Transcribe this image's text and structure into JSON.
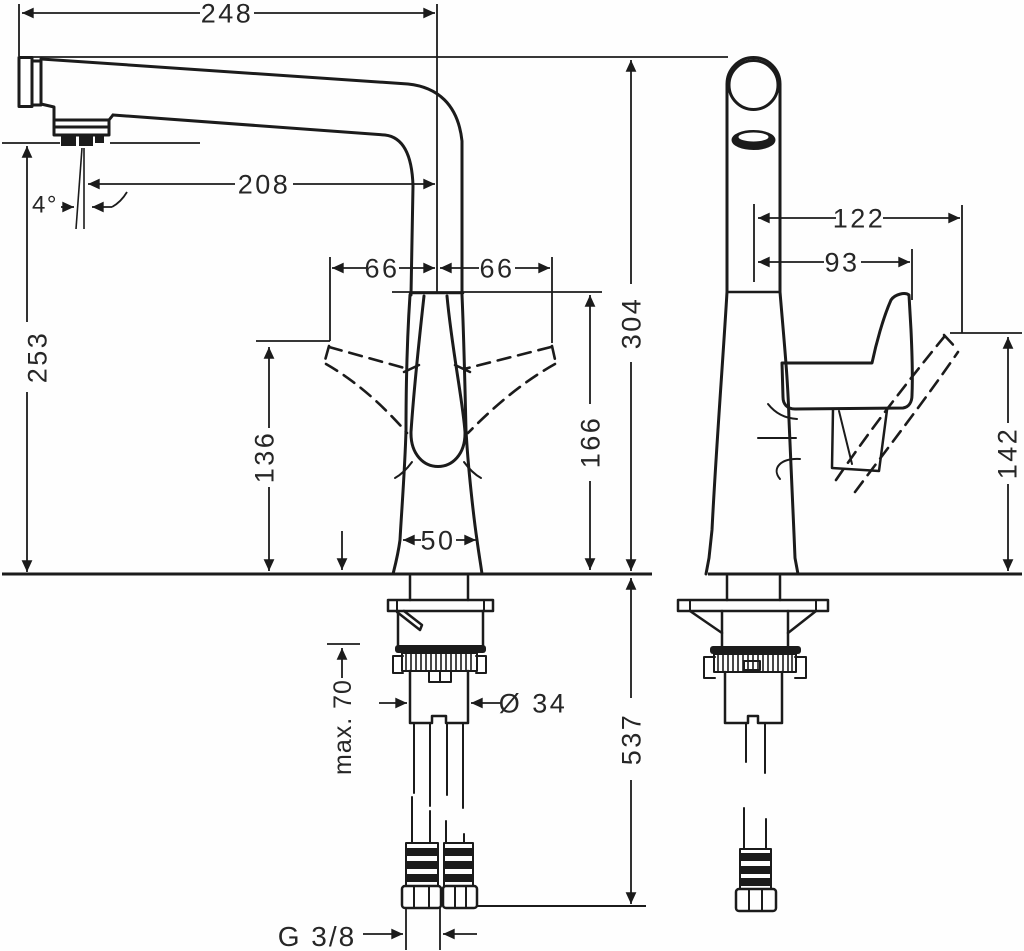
{
  "drawing": {
    "type": "faucet-installation-technical-drawing",
    "colors": {
      "background": "#fefefe",
      "ink": "#1b1b1b",
      "text": "#262626"
    },
    "dimensions": {
      "spout_reach_total": "248",
      "spout_reach": "208",
      "swivel_left": "66",
      "swivel_right": "66",
      "spray_angle": "4°",
      "outlet_height": "253",
      "handle_top_height": "136",
      "base_width": "50",
      "spout_height": "304",
      "body_height": "166",
      "lever_reach_open": "122",
      "lever_reach": "93",
      "lever_height": "142",
      "max_counter_thickness": "max. 70",
      "shank_diameter": "Ø 34",
      "below_deck_depth": "537",
      "connection_thread": "G 3/8"
    }
  }
}
